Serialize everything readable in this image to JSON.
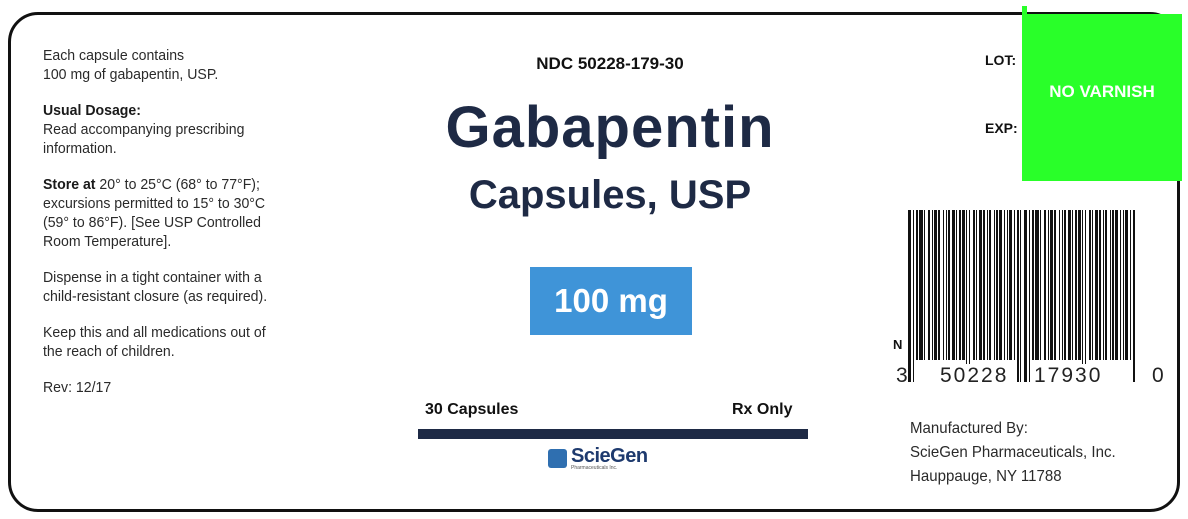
{
  "left": {
    "contains_line1": "Each capsule contains",
    "contains_line2": "100 mg of gabapentin, USP.",
    "dosage_heading": "Usual Dosage:",
    "dosage_line1": "Read accompanying prescribing",
    "dosage_line2": "information.",
    "store_bold": "Store at",
    "store_line1": " 20° to 25°C (68° to 77°F);",
    "store_line2": "excursions permitted to 15° to 30°C",
    "store_line3": "(59° to 86°F). [See USP Controlled",
    "store_line4": "Room Temperature].",
    "dispense_line1": "Dispense in a tight container with a",
    "dispense_line2": "child-resistant closure (as required).",
    "keep_line1": "Keep this and all medications out of",
    "keep_line2": "the reach of children.",
    "rev": "Rev: 12/17"
  },
  "center": {
    "ndc": "NDC 50228-179-30",
    "title": "Gabapentin",
    "subtitle": "Capsules, USP",
    "strength": "100 mg",
    "count": "30 Capsules",
    "rx": "Rx Only",
    "logo_name": "ScieGen",
    "logo_sub": "Pharmaceuticals Inc."
  },
  "right": {
    "lot_label": "LOT:",
    "exp_label": "EXP:",
    "no_varnish": "NO VARNISH",
    "barcode_n": "N",
    "barcode_first": "3",
    "barcode_left": "50228",
    "barcode_right": "17930",
    "barcode_check": "0",
    "mfr_heading": "Manufactured By:",
    "mfr_name": "ScieGen Pharmaceuticals, Inc.",
    "mfr_city": "Hauppauge, NY 11788"
  },
  "colors": {
    "title_navy": "#1e2a45",
    "strength_blue": "#3f94d8",
    "no_varnish_green": "#29ff29"
  }
}
